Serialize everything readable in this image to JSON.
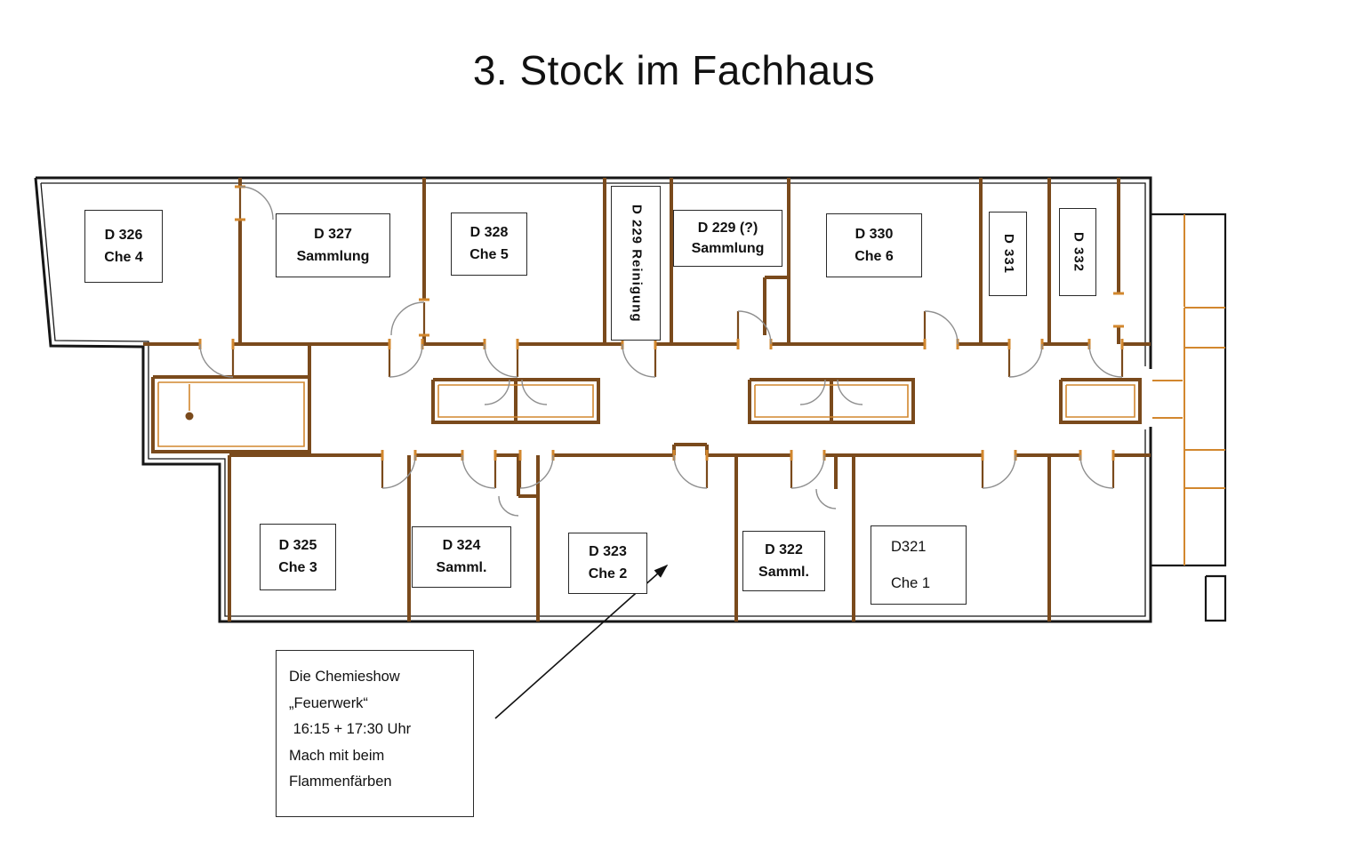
{
  "title": "3. Stock im Fachhaus",
  "rooms": {
    "top": [
      {
        "name": "D 326",
        "sub": "Che 4"
      },
      {
        "name": "D 327",
        "sub": "Sammlung"
      },
      {
        "name": "D 328",
        "sub": "Che 5"
      },
      {
        "name": "D 229 Reinigung"
      },
      {
        "name": "D 229 (?)",
        "sub": "Sammlung"
      },
      {
        "name": "D 330",
        "sub": "Che 6"
      },
      {
        "name": "D 331"
      },
      {
        "name": "D 332"
      }
    ],
    "bottom": [
      {
        "name": "D 325",
        "sub": "Che 3"
      },
      {
        "name": "D 324",
        "sub": "Samml."
      },
      {
        "name": "D 323",
        "sub": "Che 2"
      },
      {
        "name": "D 322",
        "sub": "Samml."
      },
      {
        "name": "D321",
        "sub": "Che 1"
      }
    ]
  },
  "annotation": {
    "lines": [
      "Die Chemieshow",
      "„Feuerwerk“",
      " 16:15 + 17:30 Uhr",
      "Mach mit beim",
      "Flammenfärben"
    ]
  },
  "colors": {
    "wall_brown": "#7a4a1c",
    "accent_orange": "#d2872e",
    "outline_black": "#161616",
    "door_arc_gray": "#8f8f8f"
  }
}
